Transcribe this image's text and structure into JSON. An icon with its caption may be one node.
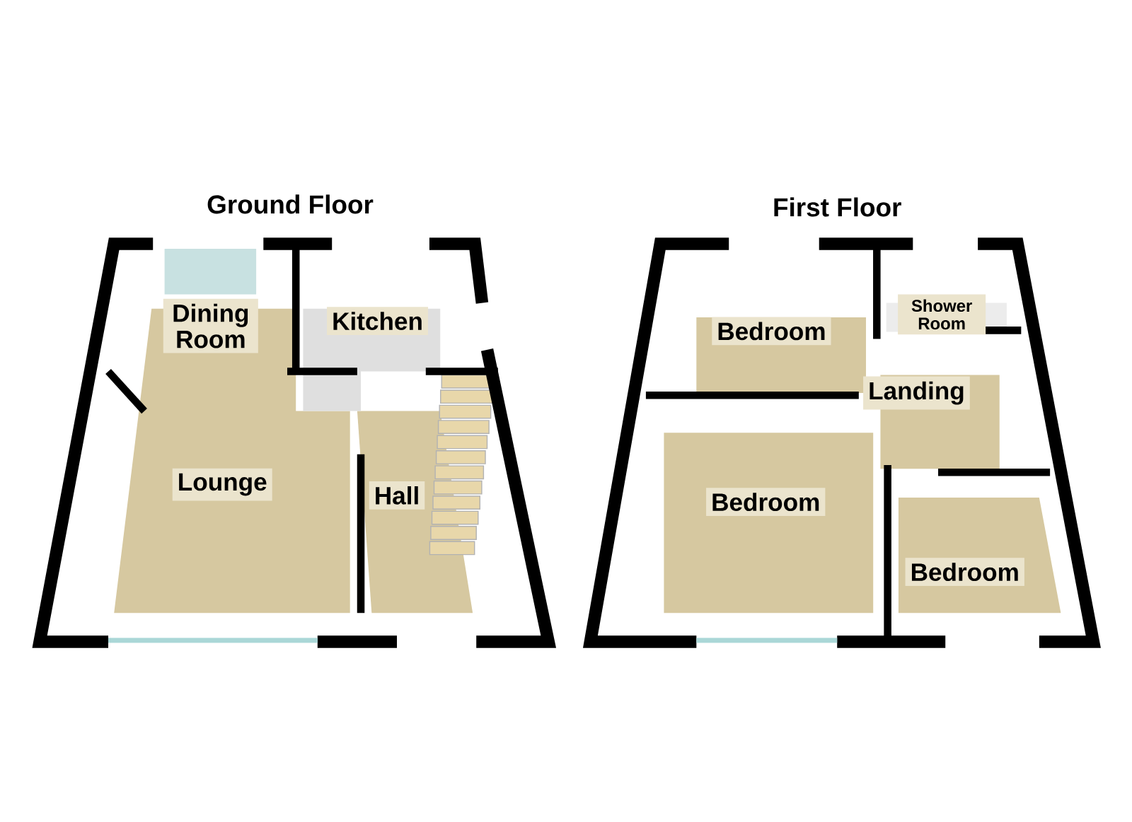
{
  "diagram": {
    "nodes": [
      {
        "text": [
          "Dining Room"
        ]
      },
      {
        "text": [
          "Lounge"
        ]
      },
      {
        "text": [
          "Kitchen"
        ]
      },
      {
        "text": [
          "Hall"
        ]
      },
      {
        "text": [
          "Bedroom"
        ]
      },
      {
        "text": [
          "Shower Room"
        ]
      },
      {
        "text": [
          "Landing"
        ]
      },
      {
        "text": [
          "Bedroom"
        ]
      },
      {
        "text": [
          "Bedroom"
        ]
      }
    ],
    "edges": [],
    "labels": [
      "Ground Floor",
      "First Floor"
    ]
  }
}
